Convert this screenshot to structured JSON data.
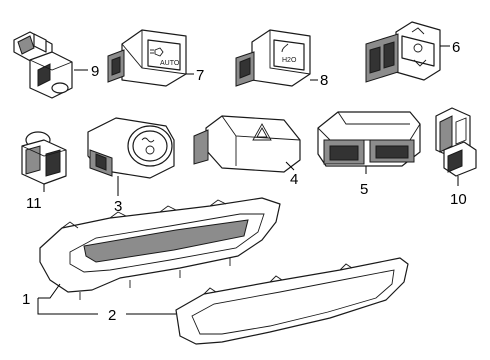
{
  "callouts": {
    "c1": "1",
    "c2": "2",
    "c3": "3",
    "c4": "4",
    "c5": "5",
    "c6": "6",
    "c7": "7",
    "c8": "8",
    "c9": "9",
    "c10": "10",
    "c11": "11"
  },
  "button_text": {
    "auto": "AUTO",
    "h2o": "H2O"
  },
  "icons": [
    "headlamp-leveling-icon",
    "washer-icon",
    "hazard-triangle-icon",
    "heated-steering-icon",
    "steering-heat-icon",
    "arrow-up-icon",
    "arrow-down-icon"
  ]
}
